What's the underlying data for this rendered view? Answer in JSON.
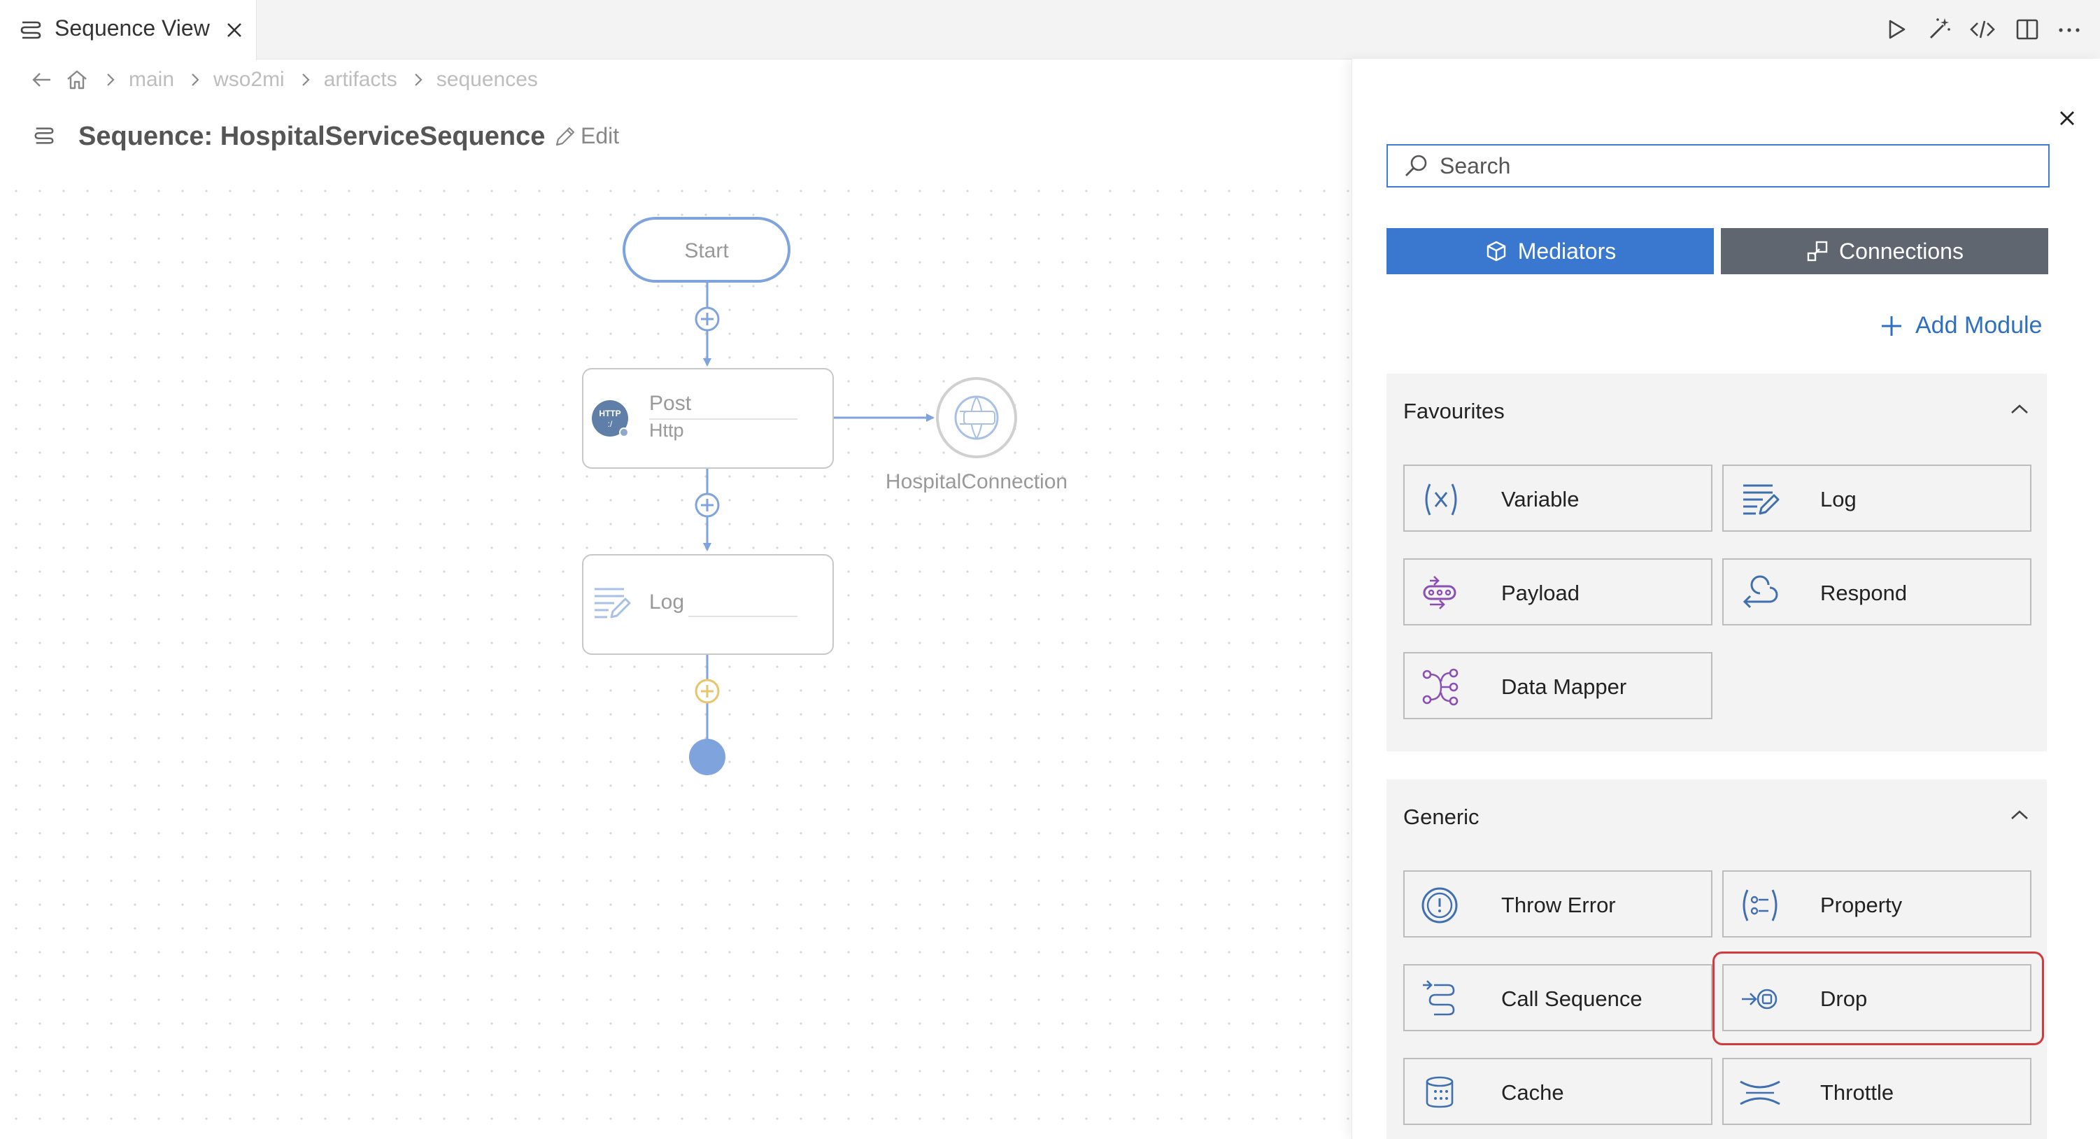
{
  "tab": {
    "title": "Sequence View"
  },
  "breadcrumb": [
    "main",
    "wso2mi",
    "artifacts",
    "sequences"
  ],
  "header": {
    "title": "Sequence: HospitalServiceSequence",
    "edit_label": "Edit"
  },
  "diagram": {
    "start_label": "Start",
    "http_node": {
      "badge": "HTTP",
      "title": "Post",
      "subtitle": "Http"
    },
    "connection_label": "HospitalConnection",
    "log_node": {
      "title": "Log"
    }
  },
  "panel": {
    "search_placeholder": "Search",
    "tabs": {
      "mediators": "Mediators",
      "connections": "Connections"
    },
    "add_module": "Add Module",
    "favourites": {
      "title": "Favourites",
      "items": [
        "Variable",
        "Log",
        "Payload",
        "Respond",
        "Data Mapper"
      ]
    },
    "generic": {
      "title": "Generic",
      "items": [
        "Throw Error",
        "Property",
        "Call Sequence",
        "Drop",
        "Cache",
        "Throttle"
      ]
    }
  },
  "colors": {
    "accent": "#3a78cf",
    "secondary": "#5f6670",
    "node_line": "#7ea3dd",
    "highlight": "#d23b3b",
    "icon_blue": "#3f6fae",
    "icon_purple": "#8a4fb3"
  }
}
